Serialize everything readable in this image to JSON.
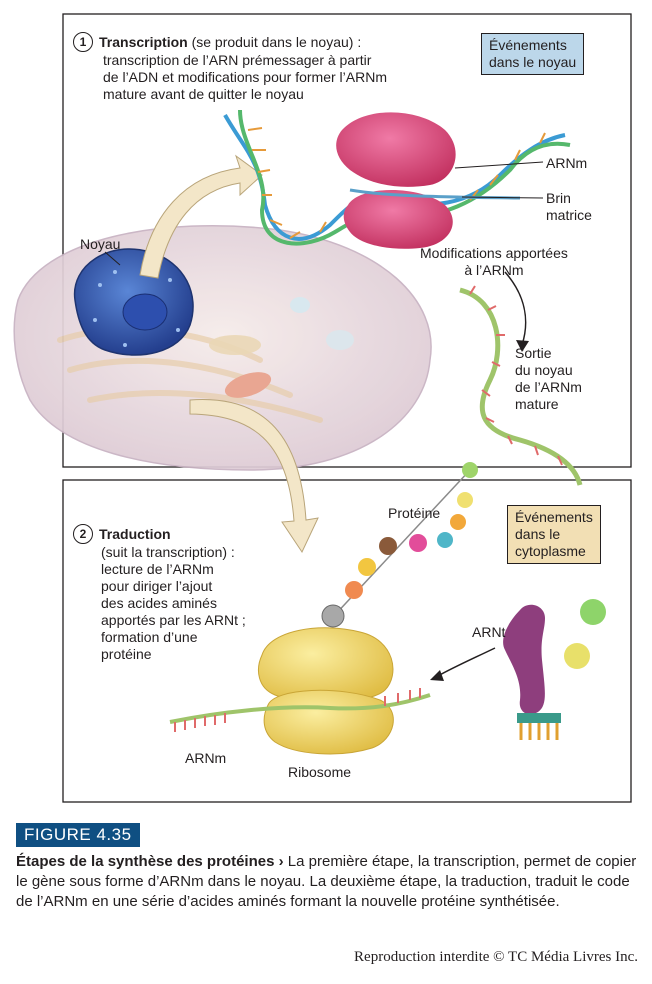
{
  "panel1": {
    "number": "1",
    "title": "Transcription",
    "title_suffix": "(se produit dans le noyau) :",
    "desc_lines": [
      "transcription de l’ARN prémessager à partir",
      "de l’ADN et modifications pour former l’ARNm",
      "mature avant de quitter le noyau"
    ]
  },
  "tag_nucleus": [
    "Événements",
    "dans le noyau"
  ],
  "tag_cytoplasm": [
    "Événements",
    "dans le",
    "cytoplasme"
  ],
  "labels": {
    "arnm_top": "ARNm",
    "brin": [
      "Brin",
      "matrice"
    ],
    "noyau": "Noyau",
    "modifications": [
      "Modifications apportées",
      "à l’ARNm"
    ],
    "sortie": [
      "Sortie",
      "du noyau",
      "de l’ARNm",
      "mature"
    ],
    "proteine": "Protéine",
    "arnt": "ARNt",
    "arnm_bottom": "ARNm",
    "ribosome": "Ribosome"
  },
  "panel2": {
    "number": "2",
    "title": "Traduction",
    "desc_lines": [
      "(suit la transcription) :",
      "lecture de l’ARNm",
      "pour diriger l’ajout",
      "des acides aminés",
      "apportés par les ARNt ;",
      "formation d’une",
      "protéine"
    ]
  },
  "figure": {
    "label": "FIGURE 4.35",
    "caption_title": "Étapes de la synthèse des protéines",
    "caption_marker": "›",
    "caption_text": "La première étape, la transcription, permet de copier le gène sous forme d’ARNm dans le noyau. La deuxième étape, la traduction, traduit le code de l’ARNm en une série d’acides aminés formant la nouvelle protéine synthétisée."
  },
  "copyright": "Reproduction interdite © TC Média Livres Inc.",
  "colors": {
    "tag_blue": "#bcd7ea",
    "tag_tan": "#f2dfb4",
    "figure_blue": "#0f4f82",
    "polymerase": "#d9457a",
    "ribosome": "#f2d868",
    "arnt": "#8e3e7d"
  }
}
